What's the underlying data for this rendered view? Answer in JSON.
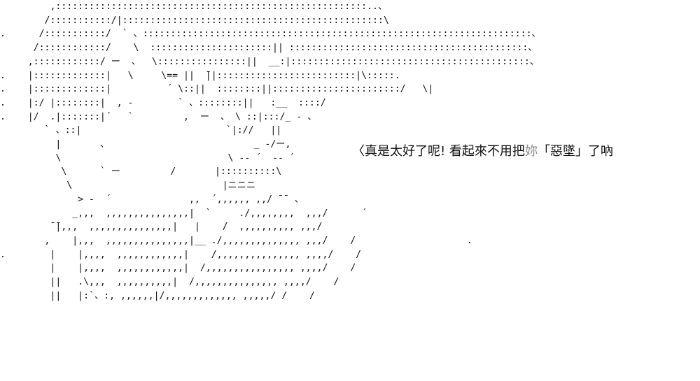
{
  "art": {
    "lines": [
      "         ,::::::::::::::::::::::::::::::::::::::::::::::::::::::::..、",
      "        /:::::::::::/|:::::::::::::::::::::::::::::::::::::::::::::::\\",
      ".      /:::::::::::/  ` 、::::::::::::::::::::::::::::::::::::::::::::::::::::::::::::::::::::::、",
      "      /::::::::::::/    \\  ::::::::::::::::::::::|| :::::::::::::::::::::::::::::::::::::::::::、",
      "     ,::::::::::::/ ー  、  \\::::::::::::::::||  __:|:::::::::::::::::::::::::::::::::::::::::::、",
      ".    |:::::::::::::|   \\     \\== ||  ̄||:::::::::::::::::::::::::|\\:::::.",
      ".    |:::::::::::::|          ´ \\::||  ::::::::||:::::::::::::::::::::::/   \\|",
      ".    |:/ |::::::::|  , -        ` 、::::::::||   :__  ::::/",
      ".    |/  .|:::::::|´   `         ,  ー  、 \\ ::|:::/_ - 、",
      "        ` 、::|                          `|://   ||",
      "          |       、                          _ -/ー,",
      "          \\                              \\ -- ´  -- ´",
      "           \\      ` ー         /       |::::::::::\\",
      "            \\                           |ニニニ",
      "              > -  ´              ,,  ´,,,,,, ,,/ ̄ ̄  、",
      "             _,,,  ,,,,,,,,,,,,,,,|  `     ./,,,,,,,,  ,,,/      ´",
      "         ̄ ̄|,,,  ,,,,,,,,,,,,,,,|   |    /  ,,,,,,,,,, ,,,/",
      "        ,    |,,,  ,,,,,,,,,,,,,,,|__ ./,,,,,,,,,,,,,, ,,,/    /                    .",
      ".        |    |,,,,  ,,,,,,,,,,,,|    /,,,,,,,,,,,,,,, ,,,,/    /",
      "         |    |,,,,  ,,,,,,,,,,,,|  /,,,,,,,,,,,,,,,, ,,,,/    /",
      "         ||   .\\,,,  ,,,,,,,,,,|  /,,,,,,,,,,,,,,, ,,,,/    /",
      "         ||   |:`、:, ,,,,,,|/,,,,,,,,,,,,, ,,,,,/ /    /"
    ]
  },
  "dialogue": {
    "before": "〈真是太好了呢! 看起來不用把",
    "highlight": "妳",
    "after": "「惡墜」了吶"
  }
}
